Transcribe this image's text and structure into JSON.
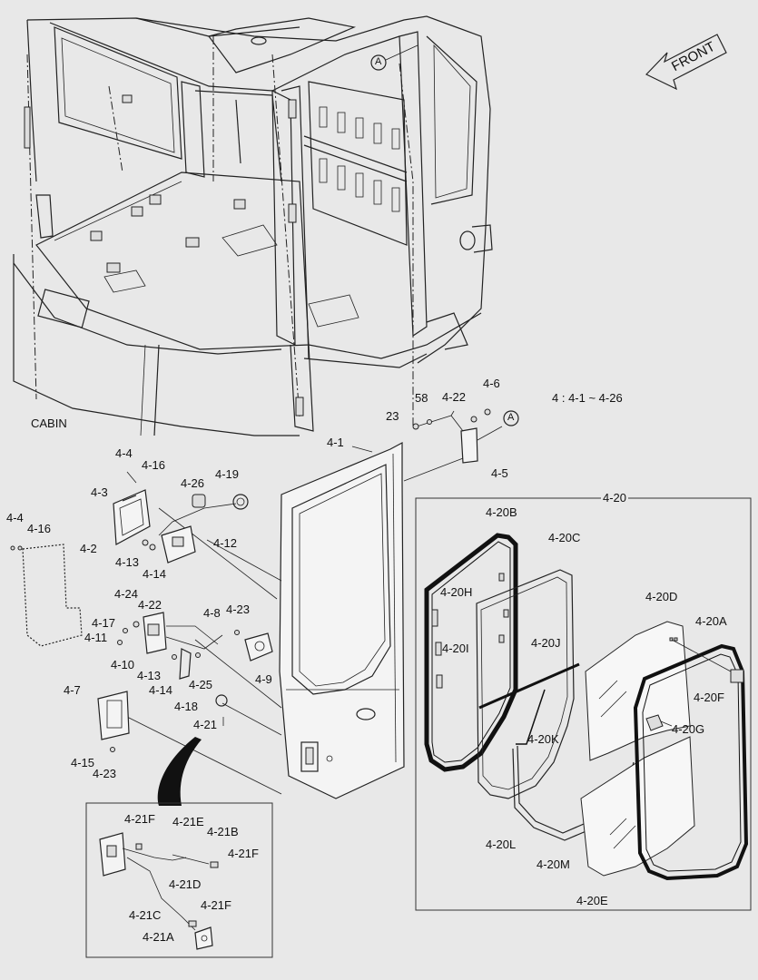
{
  "labels": {
    "front": "FRONT",
    "cabin": "CABIN",
    "range": "4 : 4-1 ~ 4-26",
    "ref_a_top": "A",
    "ref_a_right": "A",
    "p4_1": "4-1",
    "p4_2": "4-2",
    "p4_3": "4-3",
    "p4_4a": "4-4",
    "p4_4b": "4-4",
    "p4_5": "4-5",
    "p4_6": "4-6",
    "p4_7": "4-7",
    "p4_8": "4-8",
    "p4_9": "4-9",
    "p4_10": "4-10",
    "p4_11": "4-11",
    "p4_12": "4-12",
    "p4_13a": "4-13",
    "p4_13b": "4-13",
    "p4_14a": "4-14",
    "p4_14b": "4-14",
    "p4_15": "4-15",
    "p4_16a": "4-16",
    "p4_16b": "4-16",
    "p4_17": "4-17",
    "p4_18": "4-18",
    "p4_19": "4-19",
    "p4_20": "4-20",
    "p4_20A": "4-20A",
    "p4_20B": "4-20B",
    "p4_20C": "4-20C",
    "p4_20D": "4-20D",
    "p4_20E": "4-20E",
    "p4_20F": "4-20F",
    "p4_20G": "4-20G",
    "p4_20H": "4-20H",
    "p4_20I": "4-20I",
    "p4_20J": "4-20J",
    "p4_20K": "4-20K",
    "p4_20L": "4-20L",
    "p4_20M": "4-20M",
    "p4_21": "4-21",
    "p4_21A": "4-21A",
    "p4_21B": "4-21B",
    "p4_21C": "4-21C",
    "p4_21D": "4-21D",
    "p4_21E": "4-21E",
    "p4_21Fa": "4-21F",
    "p4_21Fb": "4-21F",
    "p4_21Fc": "4-21F",
    "p4_22a": "4-22",
    "p4_22b": "4-22",
    "p4_23a": "4-23",
    "p4_23b": "4-23",
    "p4_24": "4-24",
    "p4_25": "4-25",
    "p4_26": "4-26",
    "p58": "58",
    "p23": "23"
  }
}
